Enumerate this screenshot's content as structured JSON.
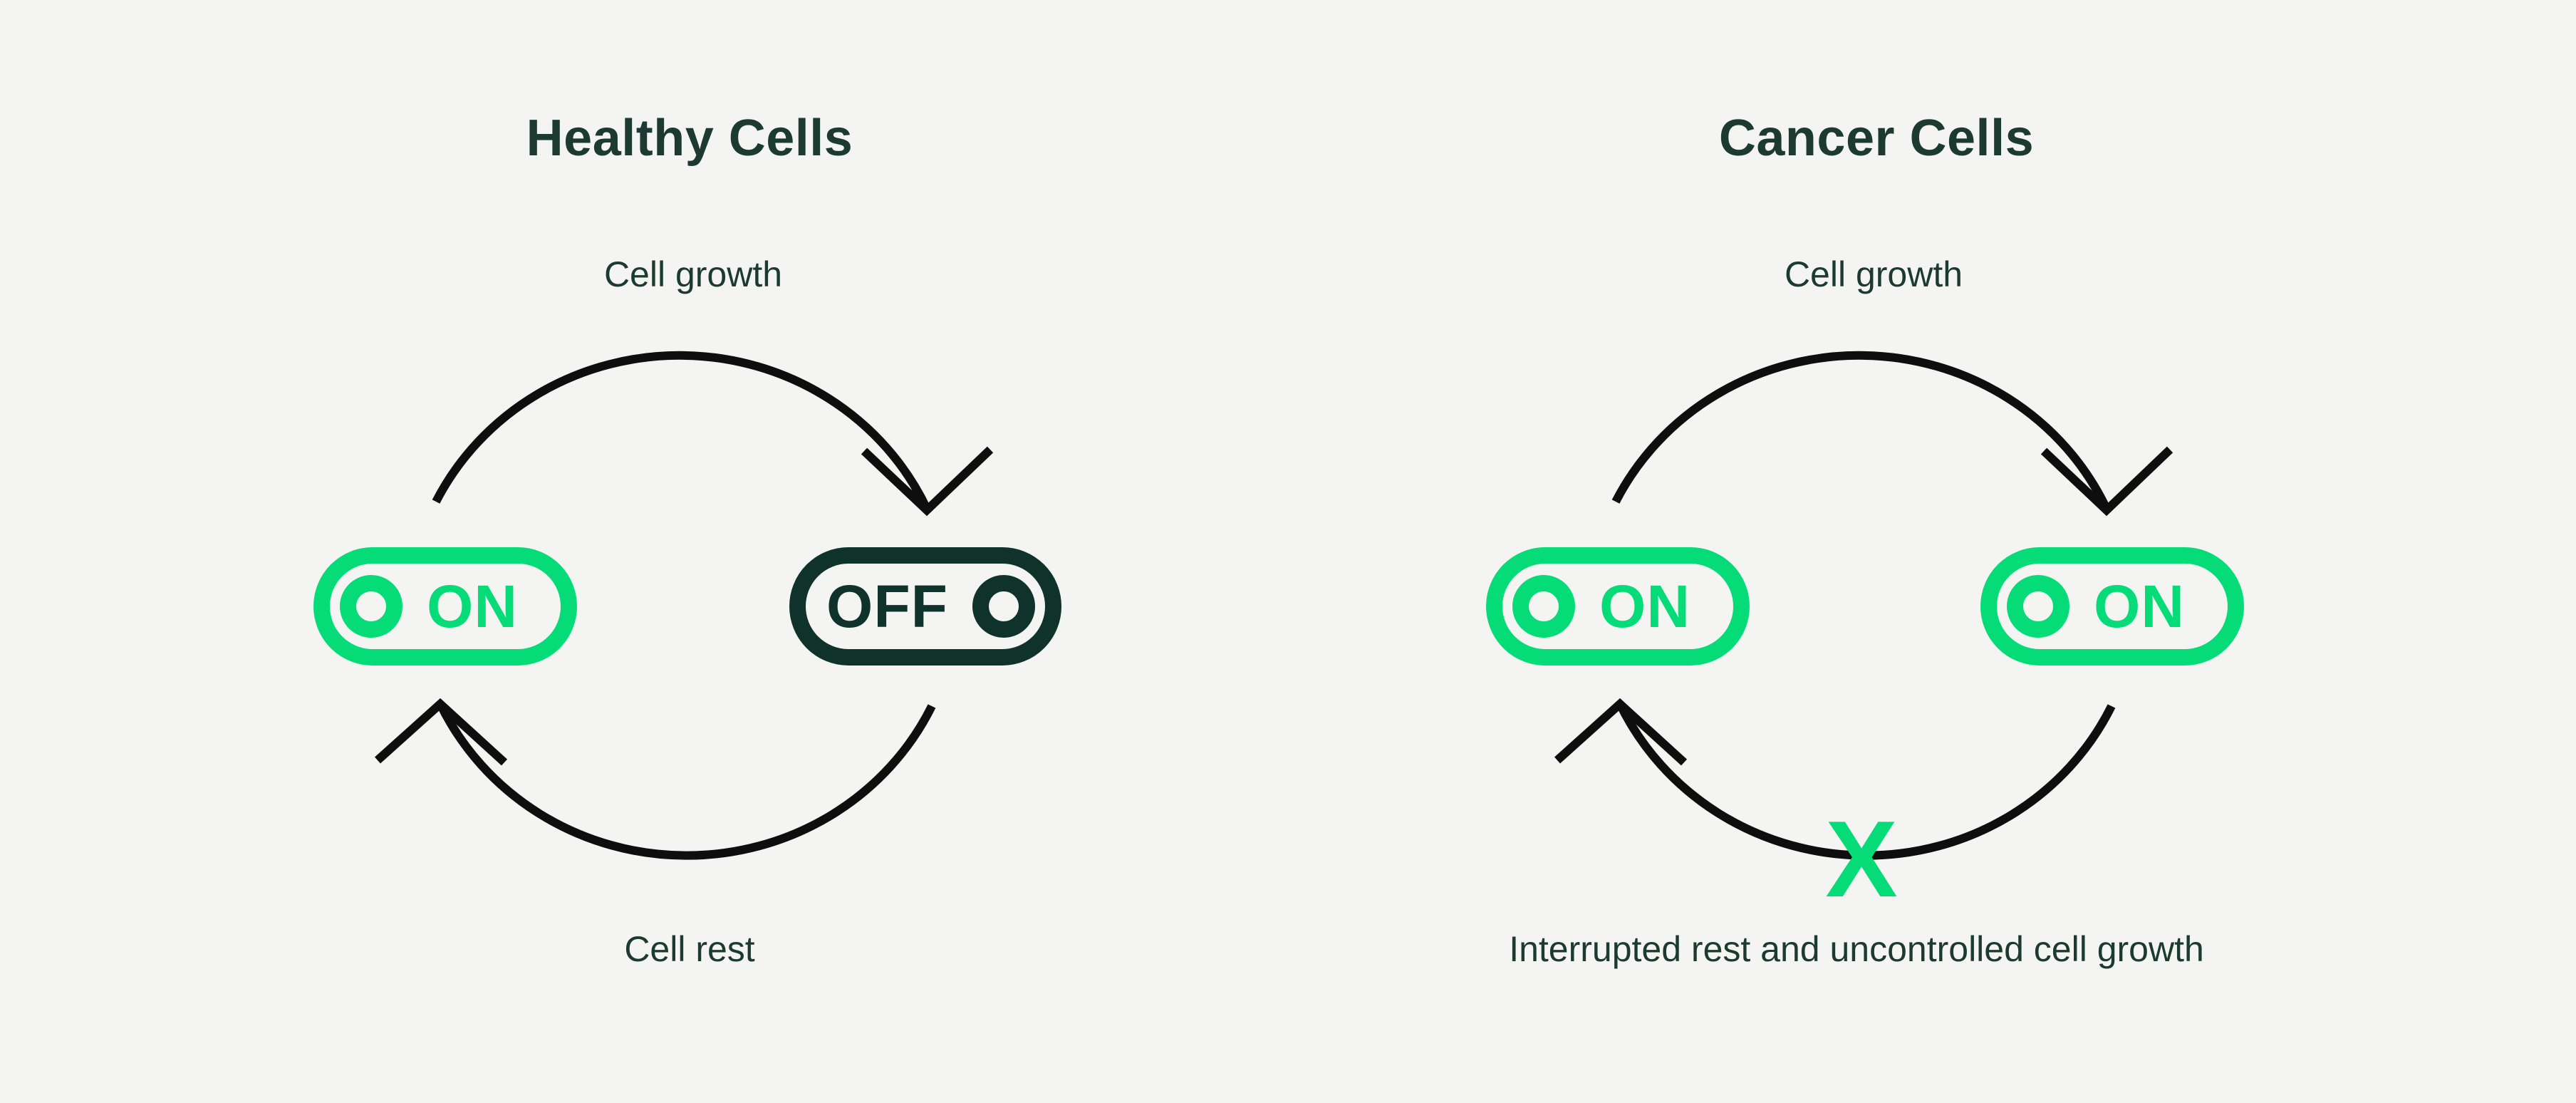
{
  "colors": {
    "background": "#F4F4F3",
    "green": "#05DC78",
    "dark": "#0F332B",
    "text": "#1C3A32",
    "arrow": "#0D0E0D"
  },
  "healthy": {
    "title": "Healthy Cells",
    "top_label": "Cell growth",
    "bottom_label": "Cell rest",
    "left_toggle": {
      "label": "ON",
      "state": "on"
    },
    "right_toggle": {
      "label": "OFF",
      "state": "off"
    }
  },
  "cancer": {
    "title": "Cancer Cells",
    "top_label": "Cell growth",
    "bottom_label": "Interrupted rest and uncontrolled cell growth",
    "left_toggle": {
      "label": "ON",
      "state": "on"
    },
    "right_toggle": {
      "label": "ON",
      "state": "on"
    },
    "break_marker": "X"
  }
}
